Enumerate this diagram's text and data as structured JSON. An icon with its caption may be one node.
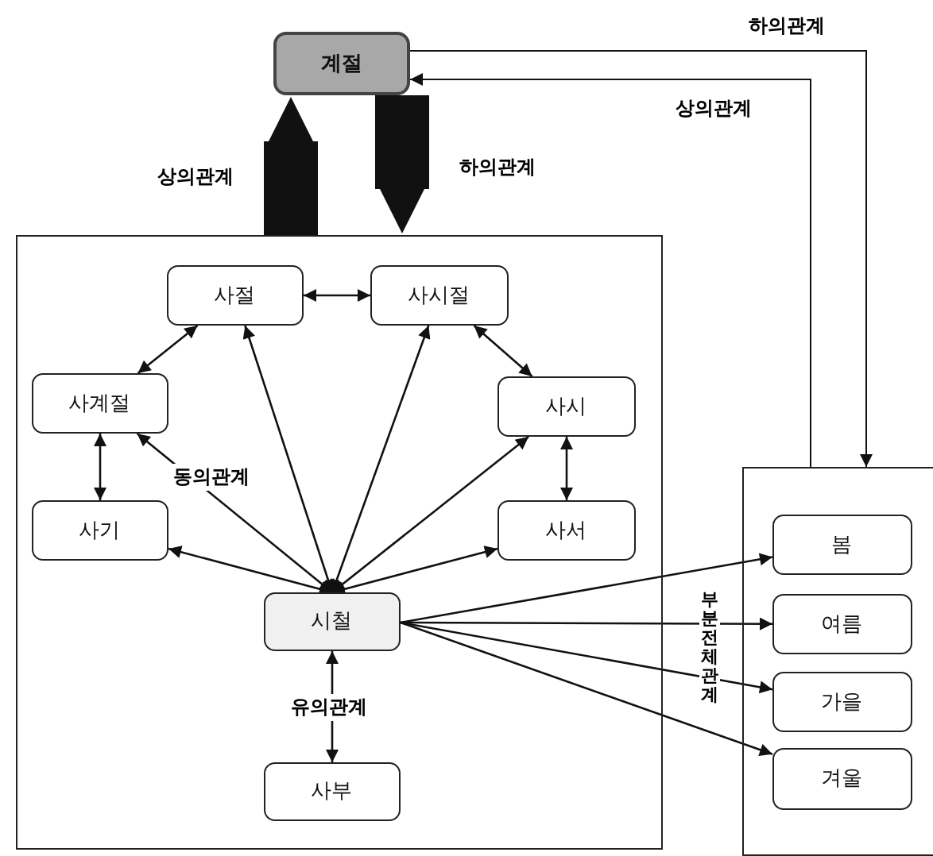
{
  "diagram": {
    "nodes": [
      {
        "text": [
          "계절"
        ]
      },
      {
        "text": [],
        "shape": "box"
      },
      {
        "text": [
          "사절"
        ],
        "in": 1
      },
      {
        "text": [
          "사시절"
        ],
        "in": 1
      },
      {
        "text": [
          "사계절"
        ],
        "in": 1
      },
      {
        "text": [
          "사시"
        ],
        "in": 1
      },
      {
        "text": [
          "사기"
        ],
        "in": 1
      },
      {
        "text": [
          "사서"
        ],
        "in": 1
      },
      {
        "text": [
          "시철"
        ],
        "in": 1
      },
      {
        "text": [
          "사부"
        ],
        "in": 1
      },
      {
        "text": [],
        "shape": "box"
      },
      {
        "text": [
          "봄"
        ],
        "in": 10
      },
      {
        "text": [
          "여름"
        ],
        "in": 10
      },
      {
        "text": [
          "가을"
        ],
        "in": 10
      },
      {
        "text": [
          "겨울"
        ],
        "in": 10
      }
    ],
    "edges": [
      {
        "from": 0,
        "to": 10,
        "arrow": "to",
        "label": "하의관계"
      },
      {
        "from": 10,
        "to": 0,
        "arrow": "to",
        "label": "상의관계"
      },
      {
        "from": 1,
        "to": 0,
        "arrow": "to",
        "label": "상의관계",
        "style": "thick"
      },
      {
        "from": 0,
        "to": 1,
        "arrow": "to",
        "label": "하의관계",
        "style": "thick"
      },
      {
        "from": 2,
        "to": 3,
        "arrow": "both"
      },
      {
        "from": 2,
        "to": 4,
        "arrow": "both"
      },
      {
        "from": 3,
        "to": 5,
        "arrow": "both"
      },
      {
        "from": 4,
        "to": 6,
        "arrow": "both"
      },
      {
        "from": 5,
        "to": 7,
        "arrow": "both"
      },
      {
        "from": 8,
        "to": 2,
        "arrow": "both"
      },
      {
        "from": 8,
        "to": 3,
        "arrow": "both"
      },
      {
        "from": 8,
        "to": 4,
        "arrow": "both"
      },
      {
        "from": 8,
        "to": 5,
        "arrow": "both"
      },
      {
        "from": 8,
        "to": 6,
        "arrow": "both"
      },
      {
        "from": 8,
        "to": 7,
        "arrow": "both"
      },
      {
        "from": 8,
        "to": 9,
        "arrow": "both",
        "label": "유의관계"
      },
      {
        "from": 8,
        "to": 11,
        "arrow": "to"
      },
      {
        "from": 8,
        "to": 12,
        "arrow": "to"
      },
      {
        "from": 8,
        "to": 13,
        "arrow": "to"
      },
      {
        "from": 8,
        "to": 14,
        "arrow": "to"
      }
    ],
    "labels": [
      "동의관계",
      "부분전체관계"
    ]
  }
}
